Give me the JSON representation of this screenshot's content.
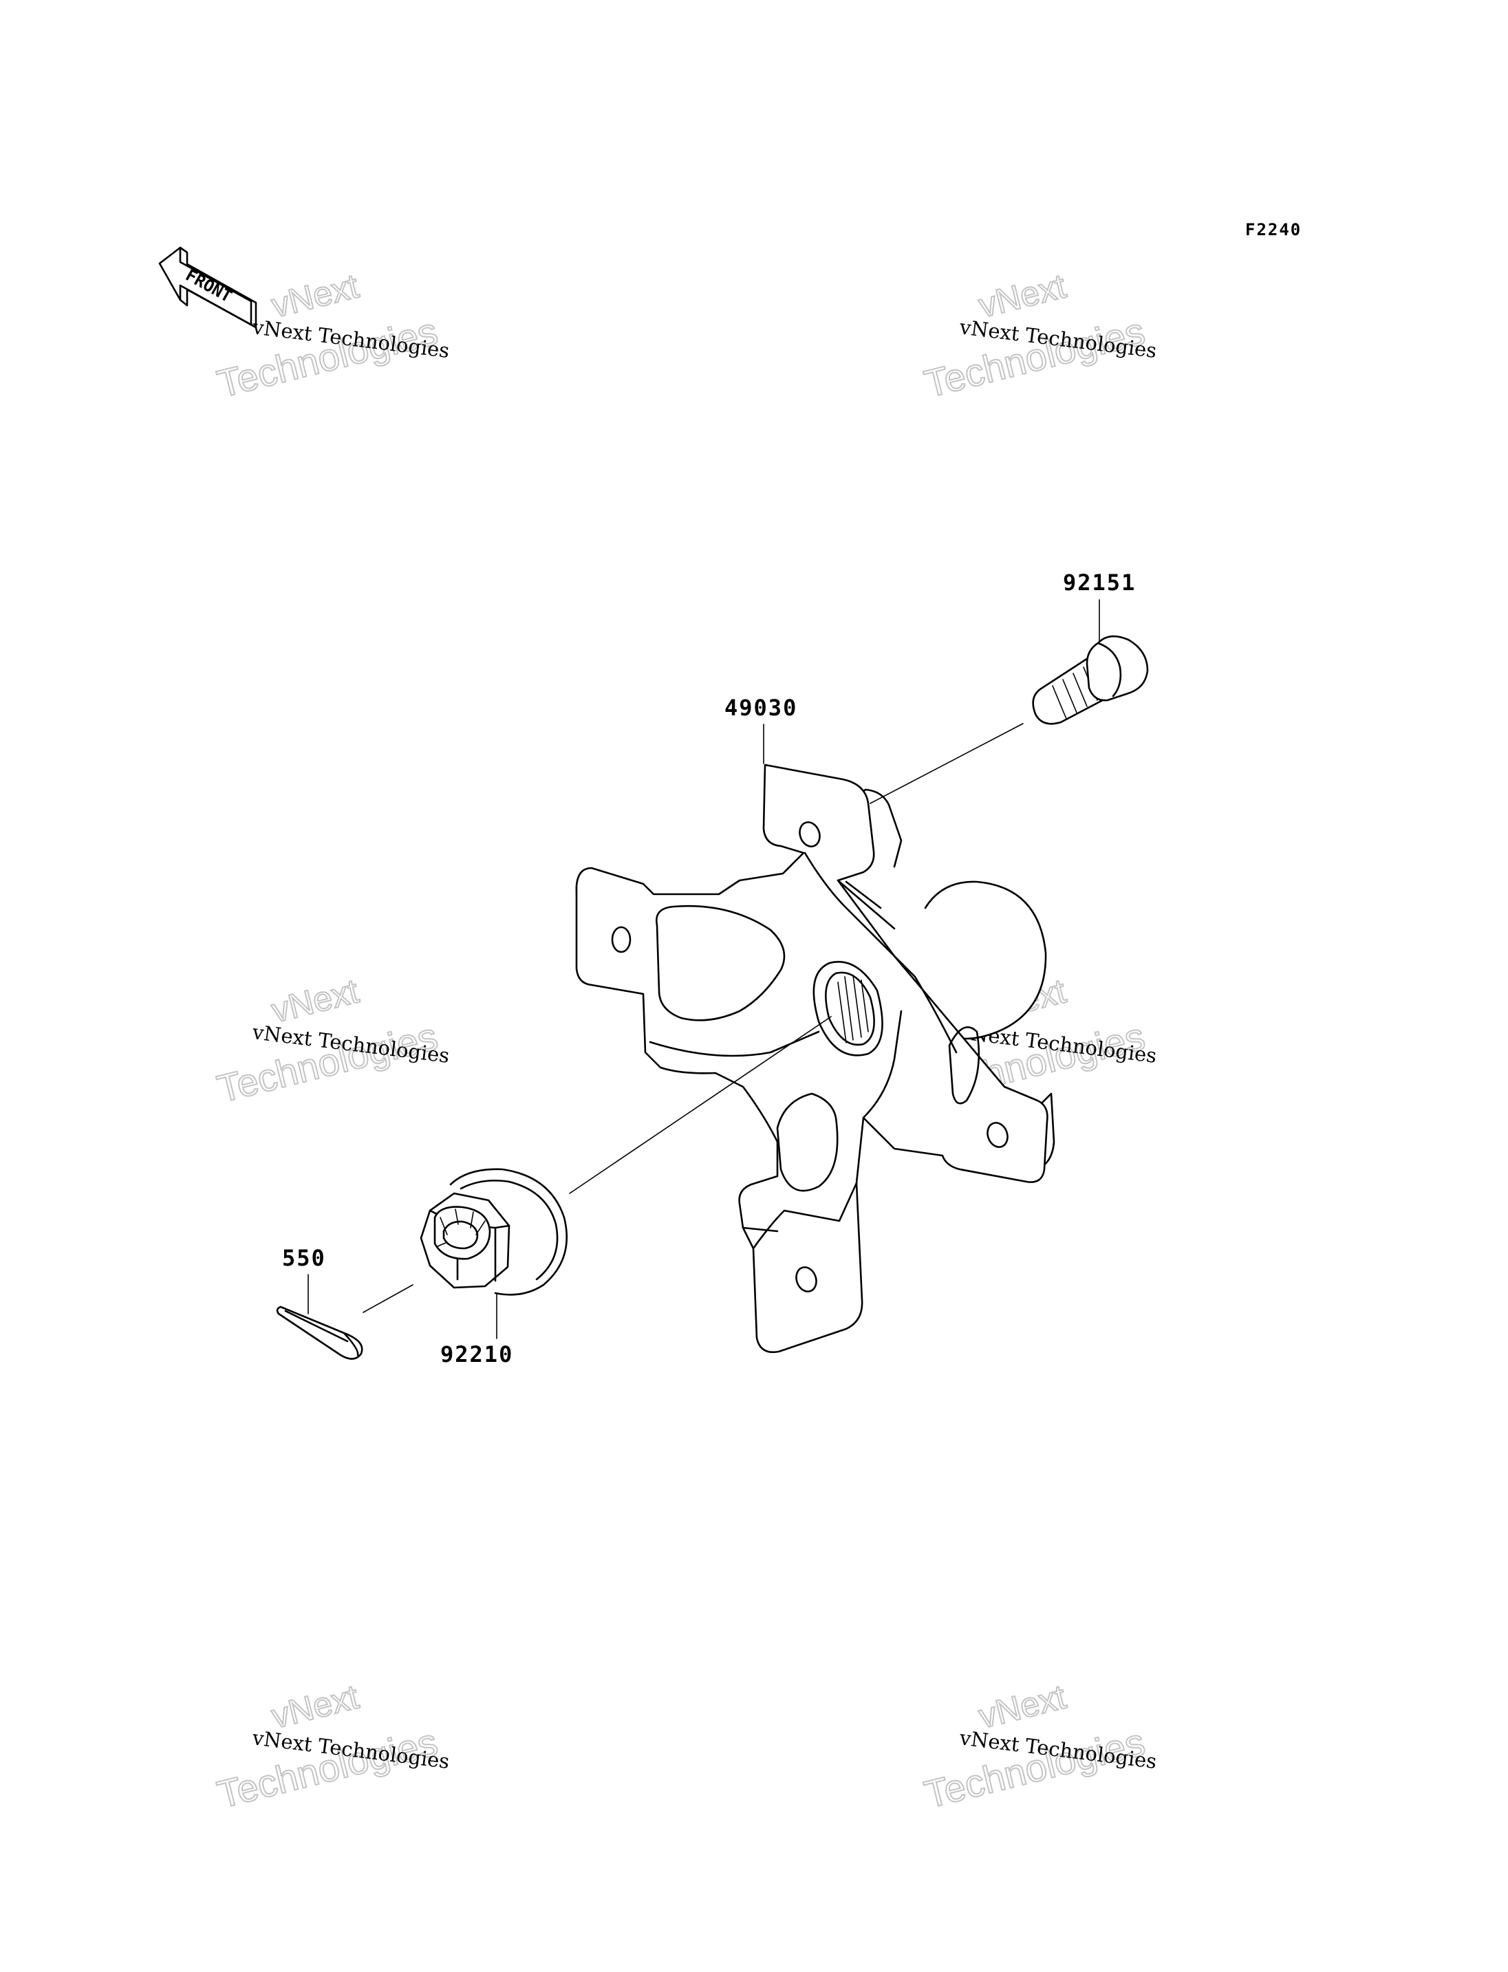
{
  "figure_code": "F2240",
  "front_arrow": {
    "label": "FRONT"
  },
  "watermark": {
    "small_text": "vNext Technologies",
    "big_line1": "vNext",
    "big_line2": "Technologies"
  },
  "parts": [
    {
      "number": "92151",
      "name": "bolt"
    },
    {
      "number": "49030",
      "name": "hub"
    },
    {
      "number": "92210",
      "name": "castle-nut"
    },
    {
      "number": "550",
      "name": "cotter-pin"
    }
  ]
}
